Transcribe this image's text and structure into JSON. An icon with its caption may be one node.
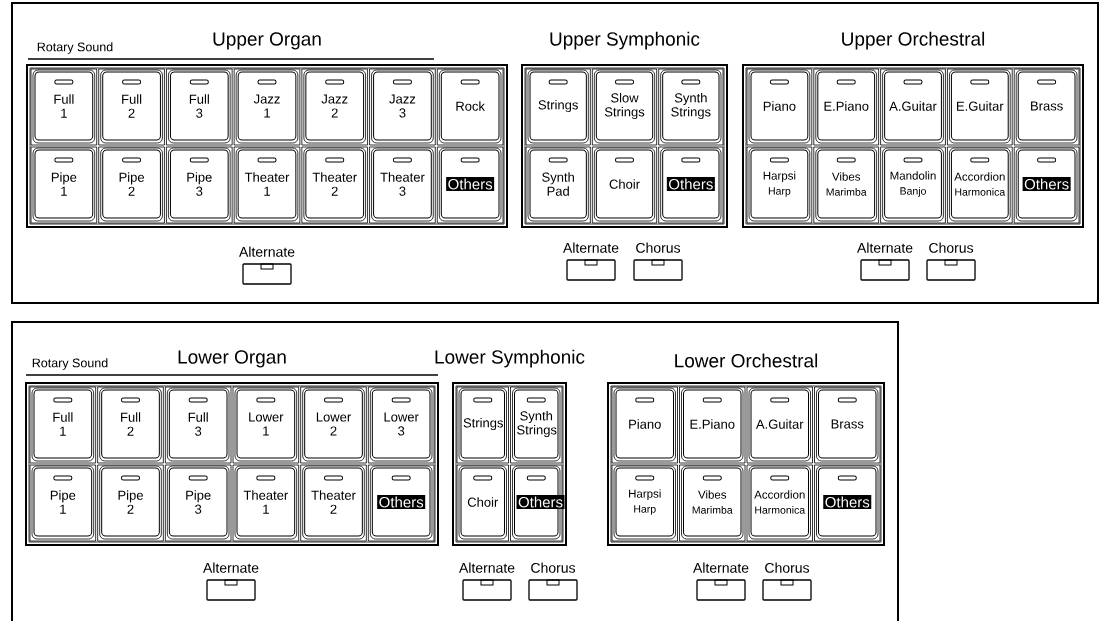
{
  "diagram": {
    "nodes": [
      {
        "text": [
          "Upper Organ"
        ]
      },
      {
        "text": [
          "Full 1"
        ],
        "in": 0
      },
      {
        "text": [
          "Full 2"
        ],
        "in": 0
      },
      {
        "text": [
          "Full 3"
        ],
        "in": 0
      },
      {
        "text": [
          "Jazz 1"
        ],
        "in": 0
      },
      {
        "text": [
          "Jazz 2"
        ],
        "in": 0
      },
      {
        "text": [
          "Jazz 3"
        ],
        "in": 0
      },
      {
        "text": [
          "Rock"
        ],
        "in": 0
      },
      {
        "text": [
          "Pipe 1"
        ],
        "in": 0
      },
      {
        "text": [
          "Pipe 2"
        ],
        "in": 0
      },
      {
        "text": [
          "Pipe 3"
        ],
        "in": 0
      },
      {
        "text": [
          "Theater 1"
        ],
        "in": 0
      },
      {
        "text": [
          "Theater 2"
        ],
        "in": 0
      },
      {
        "text": [
          "Theater 3"
        ],
        "in": 0
      },
      {
        "text": [
          "Others"
        ],
        "in": 0
      },
      {
        "text": [
          "Upper Symphonic"
        ]
      },
      {
        "text": [
          "Strings"
        ],
        "in": 15
      },
      {
        "text": [
          "Slow Strings"
        ],
        "in": 15
      },
      {
        "text": [
          "Synth Strings"
        ],
        "in": 15
      },
      {
        "text": [
          "Synth Pad"
        ],
        "in": 15
      },
      {
        "text": [
          "Choir"
        ],
        "in": 15
      },
      {
        "text": [
          "Others"
        ],
        "in": 15
      },
      {
        "text": [
          "Upper Orchestral"
        ]
      },
      {
        "text": [
          "Piano"
        ],
        "in": 22
      },
      {
        "text": [
          "E.Piano"
        ],
        "in": 22
      },
      {
        "text": [
          "A.Guitar"
        ],
        "in": 22
      },
      {
        "text": [
          "E.Guitar"
        ],
        "in": 22
      },
      {
        "text": [
          "Brass"
        ],
        "in": 22
      },
      {
        "text": [
          "Harpsi",
          "Harp"
        ],
        "in": 22
      },
      {
        "text": [
          "Vibes",
          "Marimba"
        ],
        "in": 22
      },
      {
        "text": [
          "Mandolin",
          "Banjo"
        ],
        "in": 22
      },
      {
        "text": [
          "Accordion",
          "Harmonica"
        ],
        "in": 22
      },
      {
        "text": [
          "Others"
        ],
        "in": 22
      },
      {
        "text": [
          "Alternate"
        ]
      },
      {
        "text": [
          "Alternate"
        ]
      },
      {
        "text": [
          "Chorus"
        ]
      },
      {
        "text": [
          "Alternate"
        ]
      },
      {
        "text": [
          "Chorus"
        ]
      },
      {
        "text": [
          "Lower Organ"
        ]
      },
      {
        "text": [
          "Full 1"
        ],
        "in": 38
      },
      {
        "text": [
          "Full 2"
        ],
        "in": 38
      },
      {
        "text": [
          "Full 3"
        ],
        "in": 38
      },
      {
        "text": [
          "Lower 1"
        ],
        "in": 38
      },
      {
        "text": [
          "Lower 2"
        ],
        "in": 38
      },
      {
        "text": [
          "Lower 3"
        ],
        "in": 38
      },
      {
        "text": [
          "Pipe 1"
        ],
        "in": 38
      },
      {
        "text": [
          "Pipe 2"
        ],
        "in": 38
      },
      {
        "text": [
          "Pipe 3"
        ],
        "in": 38
      },
      {
        "text": [
          "Theater 1"
        ],
        "in": 38
      },
      {
        "text": [
          "Theater 2"
        ],
        "in": 38
      },
      {
        "text": [
          "Others"
        ],
        "in": 38
      },
      {
        "text": [
          "Lower Symphonic"
        ]
      },
      {
        "text": [
          "Strings"
        ],
        "in": 51
      },
      {
        "text": [
          "Synth Strings"
        ],
        "in": 51
      },
      {
        "text": [
          "Choir"
        ],
        "in": 51
      },
      {
        "text": [
          "Others"
        ],
        "in": 51
      },
      {
        "text": [
          "Lower Orchestral"
        ]
      },
      {
        "text": [
          "Piano"
        ],
        "in": 56
      },
      {
        "text": [
          "E.Piano"
        ],
        "in": 56
      },
      {
        "text": [
          "A.Guitar"
        ],
        "in": 56
      },
      {
        "text": [
          "Brass"
        ],
        "in": 56
      },
      {
        "text": [
          "Harpsi",
          "Harp"
        ],
        "in": 56
      },
      {
        "text": [
          "Vibes",
          "Marimba"
        ],
        "in": 56
      },
      {
        "text": [
          "Accordion",
          "Harmonica"
        ],
        "in": 56
      },
      {
        "text": [
          "Others"
        ],
        "in": 56
      },
      {
        "text": [
          "Alternate"
        ]
      },
      {
        "text": [
          "Alternate"
        ]
      },
      {
        "text": [
          "Chorus"
        ]
      },
      {
        "text": [
          "Alternate"
        ]
      },
      {
        "text": [
          "Chorus"
        ]
      }
    ],
    "labels": [
      "Rotary Sound",
      "Rotary Sound"
    ]
  }
}
